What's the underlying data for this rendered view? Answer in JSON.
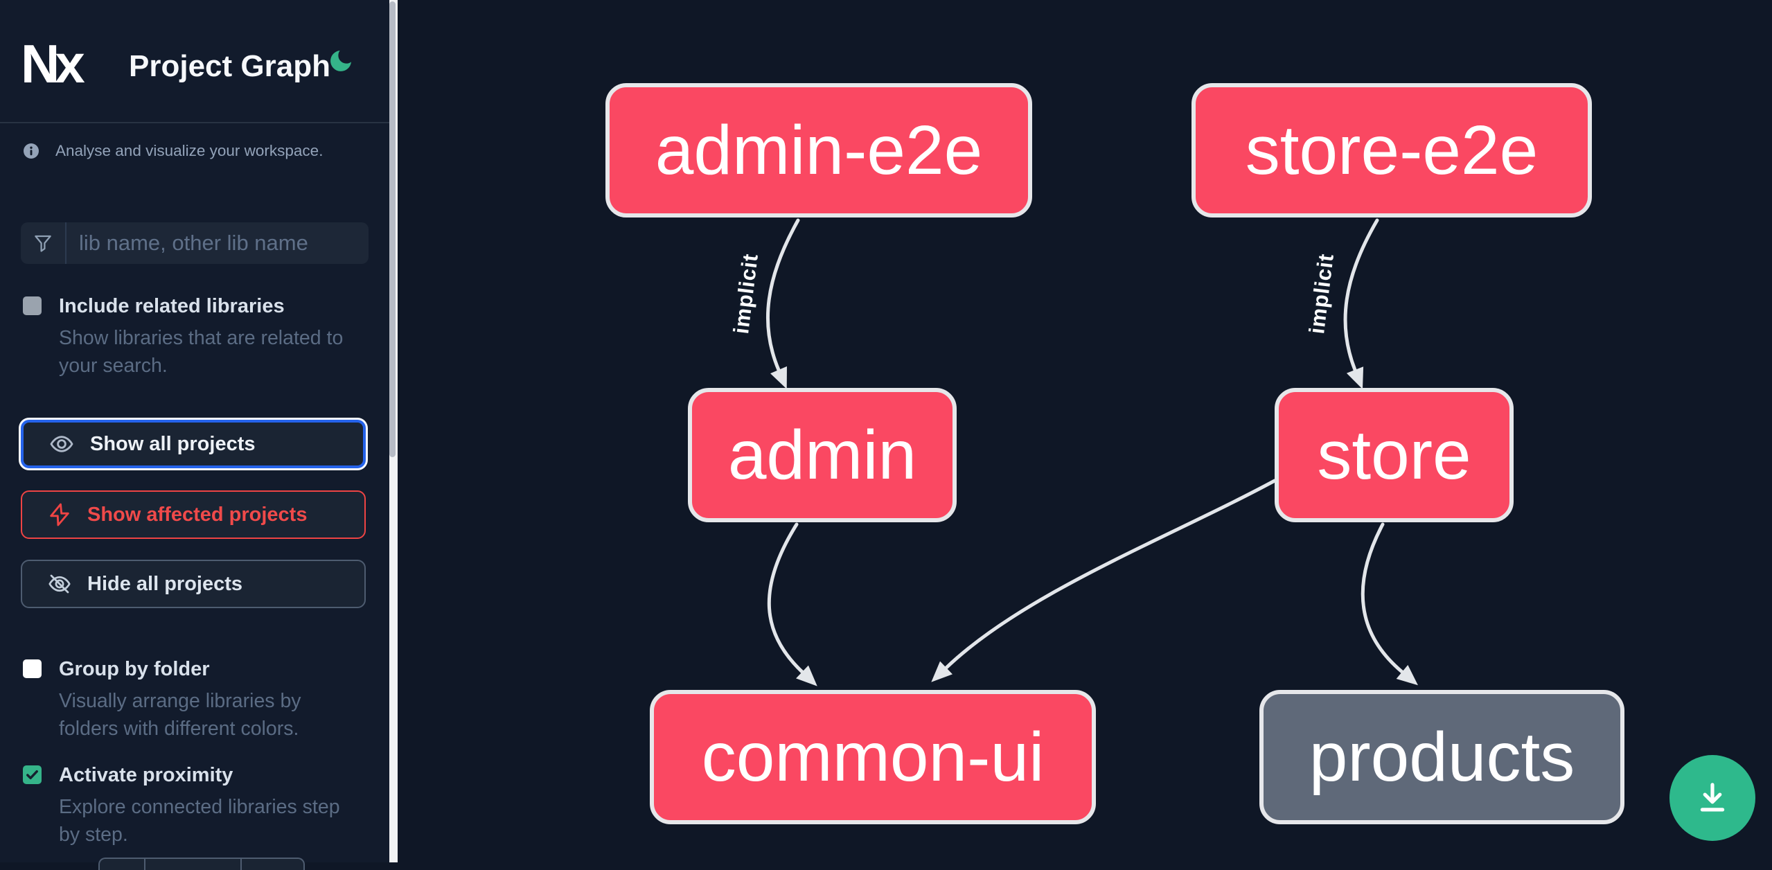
{
  "header": {
    "logo_text": "Nx",
    "title": "Project Graph"
  },
  "sidebar": {
    "tagline": "Analyse and visualize your workspace.",
    "search": {
      "placeholder": "lib name, other lib name",
      "value": ""
    },
    "options": [
      {
        "id": "include-related",
        "label": "Include related libraries",
        "description": "Show libraries that are related to your search.",
        "checked": false,
        "disabled": true
      },
      {
        "id": "group-by-folder",
        "label": "Group by folder",
        "description": "Visually arrange libraries by folders with different colors.",
        "checked": false,
        "disabled": false
      },
      {
        "id": "activate-proximity",
        "label": "Activate proximity",
        "description": "Explore connected libraries step by step.",
        "checked": true,
        "disabled": false
      }
    ],
    "actions": [
      {
        "id": "show-all",
        "label": "Show all projects",
        "focused": true
      },
      {
        "id": "show-affected",
        "label": "Show affected projects"
      },
      {
        "id": "hide-all",
        "label": "Hide all projects"
      }
    ]
  },
  "graph": {
    "nodes": [
      {
        "id": "admin-e2e",
        "label": "admin-e2e",
        "color": "#fa4862"
      },
      {
        "id": "store-e2e",
        "label": "store-e2e",
        "color": "#fa4862"
      },
      {
        "id": "admin",
        "label": "admin",
        "color": "#fa4862"
      },
      {
        "id": "store",
        "label": "store",
        "color": "#fa4862"
      },
      {
        "id": "common-ui",
        "label": "common-ui",
        "color": "#fa4862"
      },
      {
        "id": "products",
        "label": "products",
        "color": "#5f6979"
      }
    ],
    "edges": [
      {
        "source": "admin-e2e",
        "target": "admin",
        "label": "implicit"
      },
      {
        "source": "store-e2e",
        "target": "store",
        "label": "implicit"
      },
      {
        "source": "admin",
        "target": "common-ui",
        "label": ""
      },
      {
        "source": "store",
        "target": "common-ui",
        "label": ""
      },
      {
        "source": "store",
        "target": "products",
        "label": ""
      }
    ]
  },
  "fab": {
    "icon": "download-icon",
    "color": "#2eb98c"
  },
  "colors": {
    "accent_green": "#35b489",
    "focus_blue": "#2563eb",
    "affected_red": "#ef4444",
    "node_pink": "#fa4862",
    "node_gray": "#5f6979",
    "edge_gray": "#e3e6ea"
  }
}
